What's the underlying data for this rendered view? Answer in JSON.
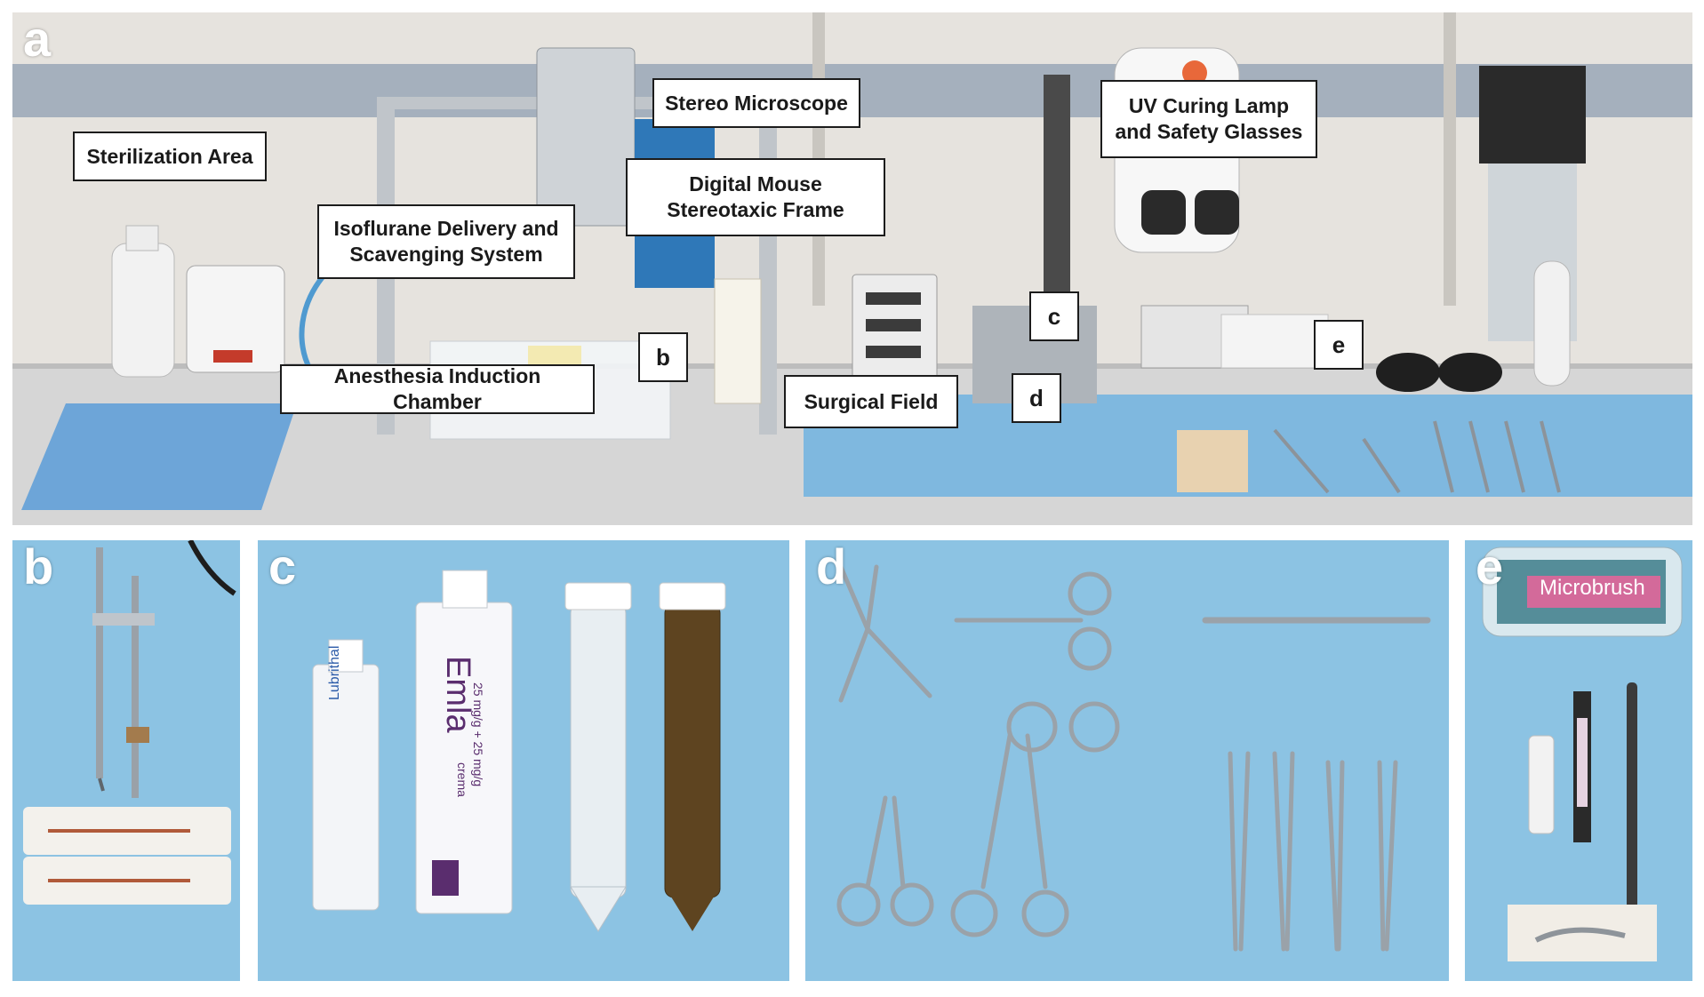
{
  "panels": {
    "a": "a",
    "b": "b",
    "c": "c",
    "d": "d",
    "e": "e"
  },
  "callouts": {
    "sterilization": "Sterilization Area",
    "isoflurane": "Isoflurane Delivery and\nScavenging System",
    "stereo": "Stereo Microscope",
    "stereotaxic": "Digital Mouse\nStereotaxic Frame",
    "uv": "UV Curing Lamp\nand Safety Glasses",
    "induction": "Anesthesia Induction Chamber",
    "surgical": "Surgical Field",
    "b": "b",
    "c": "c",
    "d": "d",
    "e": "e"
  },
  "product_text": {
    "lubrithal": "Lubrithal",
    "emla": "Emla",
    "emla_dose": "25 mg/g + 25 mg/g",
    "emla_form": "crema",
    "microbrush": "Microbrush"
  },
  "colors": {
    "drape_blue": "#7fb8d9",
    "wall": "#e4e1dc",
    "bench": "#dcdcdc",
    "steel": "#b9bec3"
  }
}
